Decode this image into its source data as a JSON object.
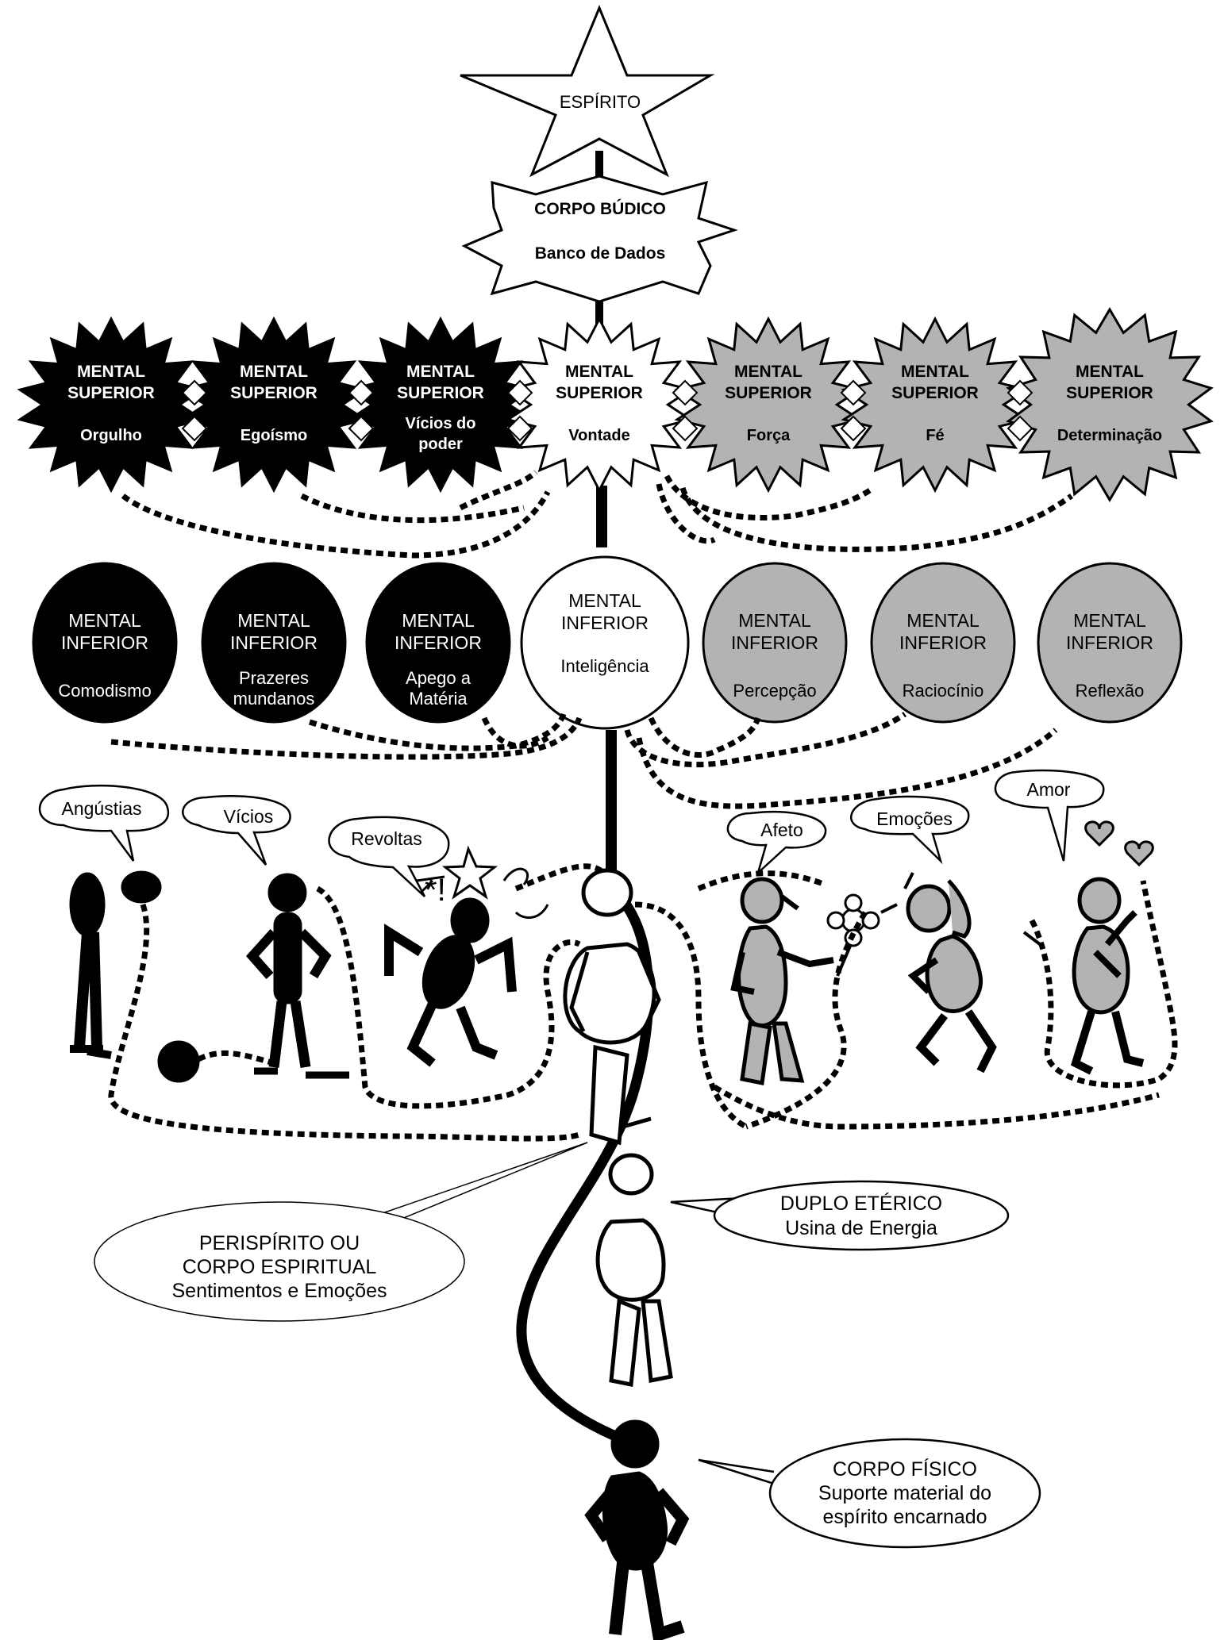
{
  "spirit": {
    "label": "ESPÍRITO"
  },
  "buddhic": {
    "title": "CORPO  BÚDICO",
    "subtitle": "Banco de Dados"
  },
  "mental_superior": [
    {
      "title": "MENTAL SUPERIOR",
      "line1": "MENTAL",
      "line2": "SUPERIOR",
      "quality": "Orgulho",
      "quality2": "",
      "tone": "black"
    },
    {
      "title": "MENTAL SUPERIOR",
      "line1": "MENTAL",
      "line2": "SUPERIOR",
      "quality": "Egoísmo",
      "quality2": "",
      "tone": "black"
    },
    {
      "title": "MENTAL SUPERIOR",
      "line1": "MENTAL",
      "line2": "SUPERIOR",
      "quality": "Vícios do",
      "quality2": "poder",
      "tone": "black"
    },
    {
      "title": "MENTAL SUPERIOR",
      "line1": "MENTAL",
      "line2": "SUPERIOR",
      "quality": "Vontade",
      "quality2": "",
      "tone": "white"
    },
    {
      "title": "MENTAL SUPERIOR",
      "line1": "MENTAL",
      "line2": "SUPERIOR",
      "quality": "Força",
      "quality2": "",
      "tone": "gray"
    },
    {
      "title": "MENTAL SUPERIOR",
      "line1": "MENTAL",
      "line2": "SUPERIOR",
      "quality": "Fé",
      "quality2": "",
      "tone": "gray"
    },
    {
      "title": "MENTAL SUPERIOR",
      "line1": "MENTAL",
      "line2": "SUPERIOR",
      "quality": "Determinação",
      "quality2": "",
      "tone": "gray"
    }
  ],
  "mental_inferior": [
    {
      "line1": "MENTAL",
      "line2": "INFERIOR",
      "quality": "Comodismo",
      "quality2": "",
      "tone": "black"
    },
    {
      "line1": "MENTAL",
      "line2": "INFERIOR",
      "quality": "Prazeres",
      "quality2": "mundanos",
      "tone": "black"
    },
    {
      "line1": "MENTAL",
      "line2": "INFERIOR",
      "quality": "Apego a",
      "quality2": "Matéria",
      "tone": "black"
    },
    {
      "line1": "MENTAL",
      "line2": "INFERIOR",
      "quality": "Inteligência",
      "quality2": "",
      "tone": "white"
    },
    {
      "line1": "MENTAL",
      "line2": "INFERIOR",
      "quality": "Percepção",
      "quality2": "",
      "tone": "gray"
    },
    {
      "line1": "MENTAL",
      "line2": "INFERIOR",
      "quality": "Raciocínio",
      "quality2": "",
      "tone": "gray"
    },
    {
      "line1": "MENTAL",
      "line2": "INFERIOR",
      "quality": "Reflexão",
      "quality2": "",
      "tone": "gray"
    }
  ],
  "emotions": {
    "negative": [
      "Angústias",
      "Vícios",
      "Revoltas"
    ],
    "positive": [
      "Afeto",
      "Emoções",
      "Amor"
    ]
  },
  "perispirit": {
    "line1": "PERISPÍRITO OU",
    "line2": "CORPO ESPIRITUAL",
    "line3": "Sentimentos e Emoções"
  },
  "etheric": {
    "line1": "DUPLO ETÉRICO",
    "line2": "Usina de Energia"
  },
  "physical": {
    "line1": "CORPO FÍSICO",
    "line2": "Suporte material do",
    "line3": "espírito encarnado"
  },
  "colors": {
    "black": "#000000",
    "gray": "#b3b3b3",
    "white": "#ffffff"
  }
}
